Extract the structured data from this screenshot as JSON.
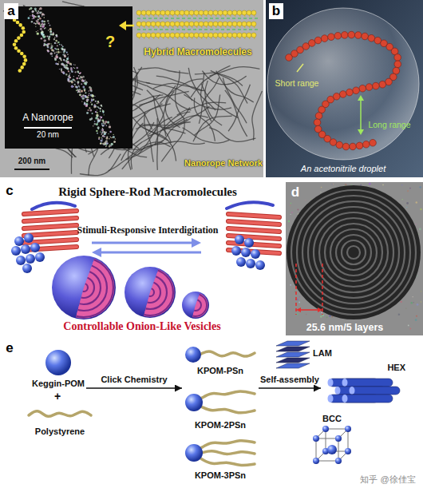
{
  "diagram": {
    "nodes": [
      {
        "text": [
          "Keggin-POM"
        ]
      },
      {
        "text": [
          "Polystyrene"
        ]
      },
      {
        "text": [
          "KPOM-PSn"
        ]
      },
      {
        "text": [
          "KPOM-2PSn"
        ]
      },
      {
        "text": [
          "KPOM-3PSn"
        ]
      },
      {
        "text": [
          "LAM"
        ]
      },
      {
        "text": [
          "HEX"
        ]
      },
      {
        "text": [
          "BCC"
        ]
      }
    ],
    "edges": [
      {
        "from": 0,
        "to": 3,
        "label": "Click Chemistry",
        "arrow": "to"
      },
      {
        "from": 3,
        "to": 6,
        "label": "Self-assembly",
        "arrow": "to"
      }
    ],
    "labels": [
      "a",
      "?",
      "Hybrid Macromolecules",
      "A Nanorope",
      "20 nm",
      "Nanorope Network",
      "200 nm",
      "b",
      "Short range",
      "Long range",
      "An acetonitrile droplet",
      "c",
      "Rigid Sphere-Rod Macromolecules",
      "Stimuli-Responsive Interdigitation",
      "Controllable Onion-Like Vesicles",
      "d",
      "25.6 nm/5 layers",
      "e",
      "+",
      "知乎 @徐佳宝"
    ]
  }
}
